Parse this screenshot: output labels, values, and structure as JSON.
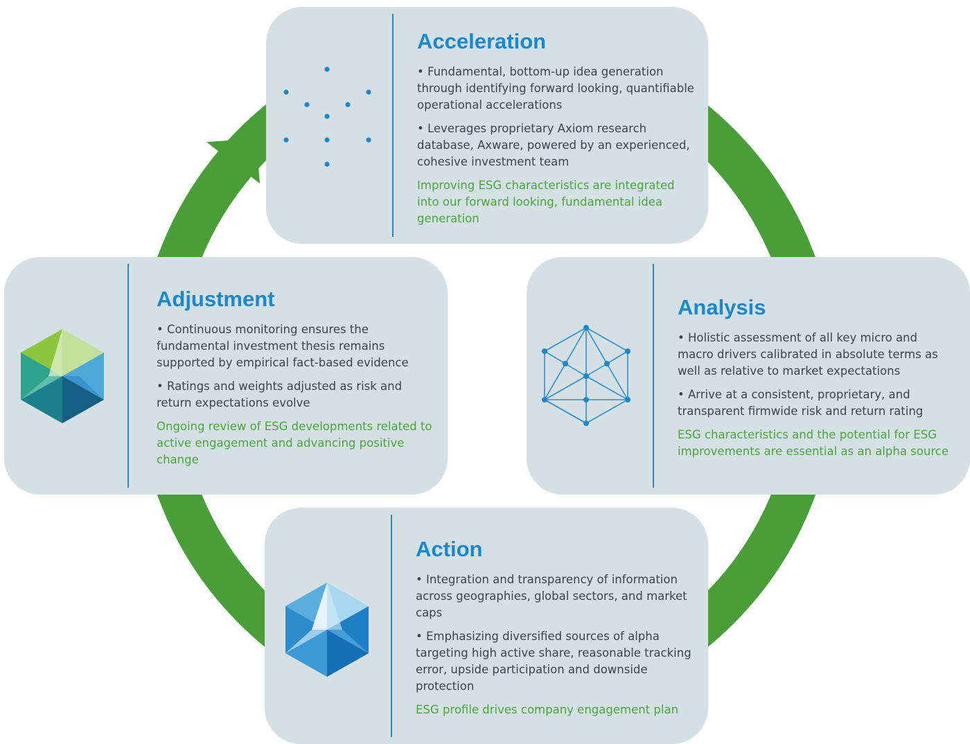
{
  "colors": {
    "card_background": "#d4e0e3",
    "heading_blue": "#1b87cd",
    "divider_blue": "#2a86c9",
    "body_text": "#3f4448",
    "esg_green": "#4aa63b",
    "arrow_green": "#4a9e3a"
  },
  "stages": {
    "acceleration": {
      "title": "Acceleration",
      "icon": "dot-grid-icon",
      "bullets": [
        "• Fundamental, bottom-up idea generation through     identifying forward looking, quantifiable operational accelerations",
        "• Leverages proprietary Axiom research database, Axware, powered by an experienced, cohesive investment team"
      ],
      "esg": "Improving ESG characteristics  are integrated into our forward looking, fundamental idea generation"
    },
    "adjustment": {
      "title": "Adjustment",
      "icon": "green-gem-hexagon-icon",
      "bullets": [
        "• Continuous monitoring ensures the fundamental investment thesis remains supported by empirical fact-based evidence",
        "• Ratings and weights adjusted as risk and return expectations evolve"
      ],
      "esg": "Ongoing review of ESG developments related to active engagement and advancing positive change"
    },
    "analysis": {
      "title": "Analysis",
      "icon": "wireframe-hexagon-icon",
      "bullets": [
        "• Holistic assessment of all key micro and macro drivers calibrated in absolute terms as well as relative to market expectations",
        "• Arrive at a consistent, proprietary, and transparent firmwide risk and return rating"
      ],
      "esg": "ESG characteristics  and the potential for ESG improvements are essential as an alpha source"
    },
    "action": {
      "title": "Action",
      "icon": "blue-gem-hexagon-icon",
      "bullets": [
        "• Integration and transparency of information across geographies, global sectors, and market caps",
        "• Emphasizing diversified sources of alpha targeting high active share, reasonable tracking error, upside participation and downside protection"
      ],
      "esg": "ESG profile drives company engagement plan"
    }
  }
}
